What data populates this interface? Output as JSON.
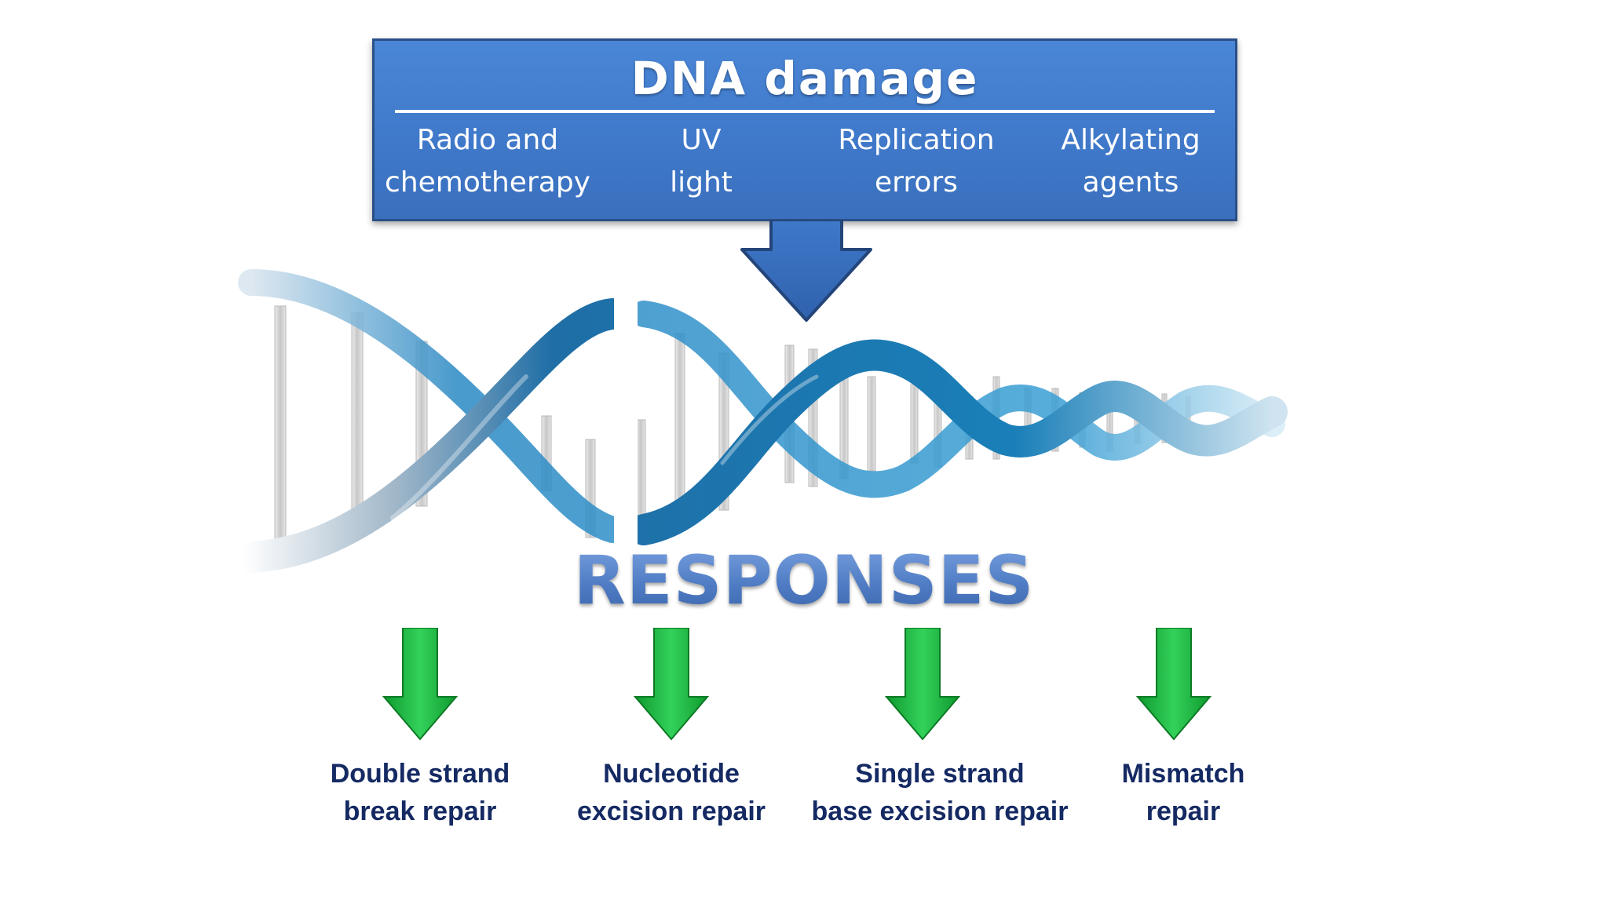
{
  "damage": {
    "title": "DNA damage",
    "causes": [
      {
        "line1": "Radio and",
        "line2": "chemotherapy"
      },
      {
        "line1": "UV",
        "line2": "light"
      },
      {
        "line1": "Replication",
        "line2": "errors"
      },
      {
        "line1": "Alkylating",
        "line2": "agents"
      }
    ]
  },
  "responses": {
    "title": "RESPONSES",
    "items": [
      {
        "line1": "Double strand",
        "line2": "break repair"
      },
      {
        "line1": "Nucleotide",
        "line2": "excision repair"
      },
      {
        "line1": "Single strand",
        "line2": "base excision repair"
      },
      {
        "line1": "Mismatch",
        "line2": "repair"
      }
    ]
  },
  "colors": {
    "box_blue": "#3f78c9",
    "helix_blue": "#1f78b4",
    "arrow_green": "#1fb53f",
    "label_navy": "#152a63"
  }
}
